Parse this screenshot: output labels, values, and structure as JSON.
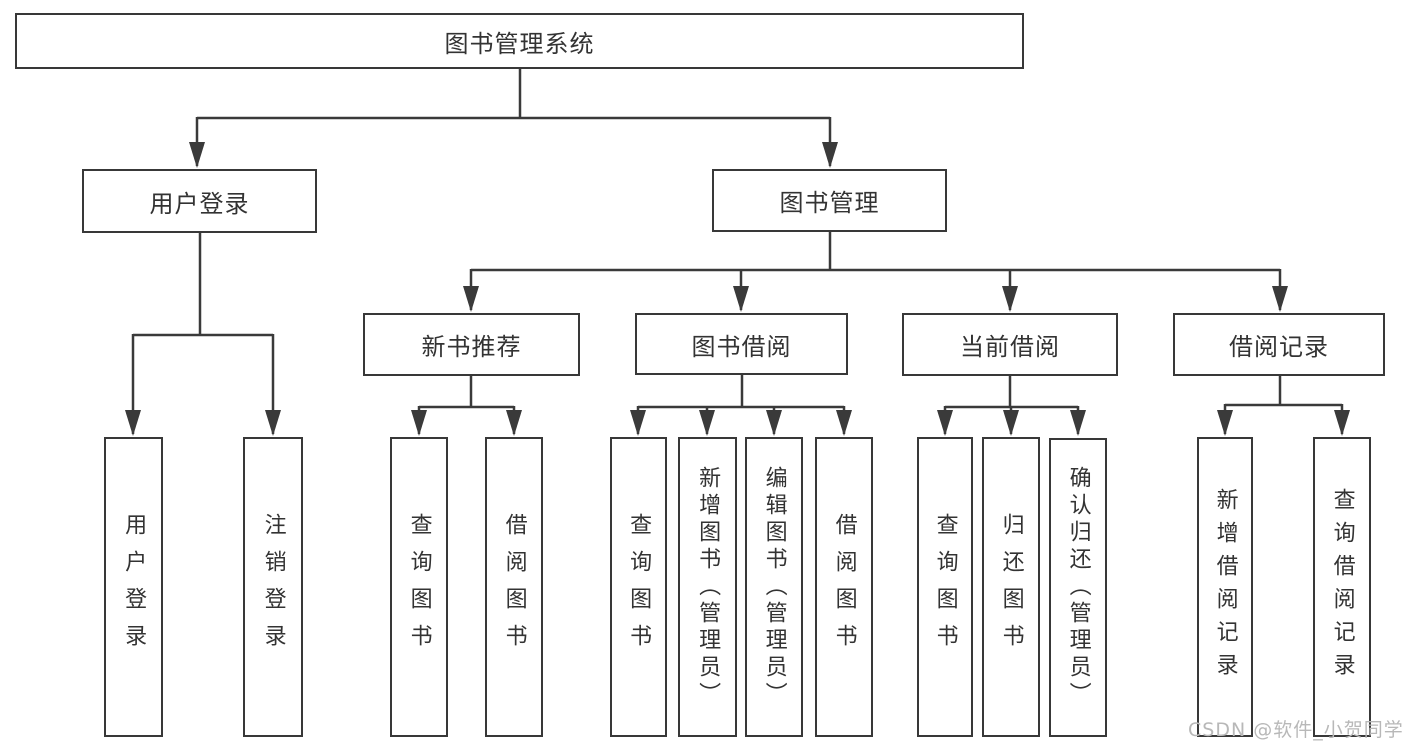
{
  "diagram": {
    "root": {
      "label": "图书管理系统"
    },
    "level2": [
      {
        "label": "用户登录"
      },
      {
        "label": "图书管理"
      }
    ],
    "level3": [
      {
        "label": "新书推荐"
      },
      {
        "label": "图书借阅"
      },
      {
        "label": "当前借阅"
      },
      {
        "label": "借阅记录"
      }
    ],
    "leaves": [
      {
        "label": "用户登录"
      },
      {
        "label": "注销登录"
      },
      {
        "label": "查询图书"
      },
      {
        "label": "借阅图书"
      },
      {
        "label": "查询图书"
      },
      {
        "label": "新增图书（管理员）"
      },
      {
        "label": "编辑图书（管理员）"
      },
      {
        "label": "借阅图书"
      },
      {
        "label": "查询图书"
      },
      {
        "label": "归还图书"
      },
      {
        "label": "确认归还（管理员）"
      },
      {
        "label": "新增借阅记录"
      },
      {
        "label": "查询借阅记录"
      }
    ],
    "watermark": "CSDN @软件_小贺同学",
    "colors": {
      "line": "#3a3a3a",
      "box_border": "#383838",
      "text": "#333333",
      "watermark": "#b8b8b8",
      "background": "#ffffff"
    }
  }
}
